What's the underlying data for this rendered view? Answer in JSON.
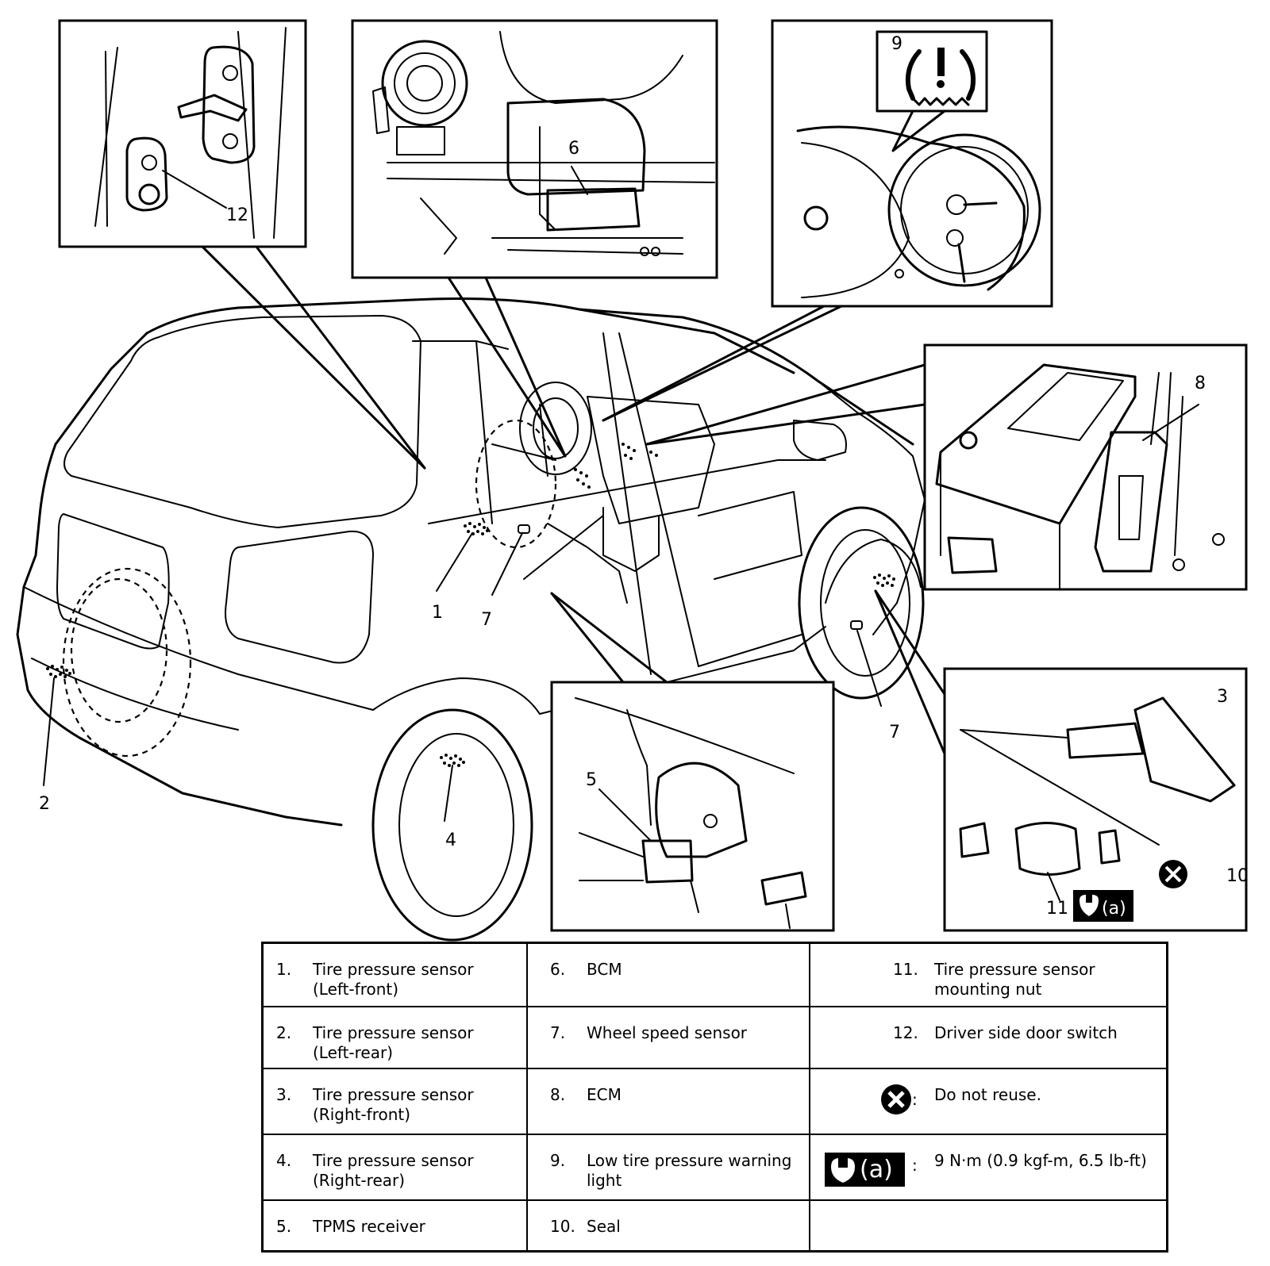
{
  "callouts": {
    "c1": "1",
    "c2": "2",
    "c3": "3",
    "c4": "4",
    "c5": "5",
    "c6": "6",
    "c7": "7",
    "c8": "8",
    "c9": "9",
    "c10": "10",
    "c11": "11",
    "c12": "12"
  },
  "icons": {
    "do_not_reuse": "x-circle-icon",
    "torque": "wrench-icon",
    "warning": "tire-pressure-warning-icon"
  },
  "legend": {
    "rows": [
      [
        {
          "num": "1.",
          "text": "Tire pressure sensor (Left-front)"
        },
        {
          "num": "6.",
          "text": "BCM"
        },
        {
          "num": "11.",
          "text": "Tire pressure sensor mounting nut"
        }
      ],
      [
        {
          "num": "2.",
          "text": "Tire pressure sensor (Left-rear)"
        },
        {
          "num": "7.",
          "text": "Wheel speed sensor"
        },
        {
          "num": "12.",
          "text": "Driver side door switch"
        }
      ],
      [
        {
          "num": "3.",
          "text": "Tire pressure sensor (Right-front)"
        },
        {
          "num": "8.",
          "text": "ECM"
        },
        {
          "symbol": "do-not-reuse",
          "text": "Do not reuse."
        }
      ],
      [
        {
          "num": "4.",
          "text": "Tire pressure sensor (Right-rear)"
        },
        {
          "num": "9.",
          "text": "Low tire pressure warning light"
        },
        {
          "symbol": "torque",
          "label": "(a)",
          "text": "9 N·m (0.9 kgf-m, 6.5 lb-ft)"
        }
      ],
      [
        {
          "num": "5.",
          "text": "TPMS receiver"
        },
        {
          "num": "10.",
          "text": "Seal"
        },
        {
          "text": ""
        }
      ]
    ],
    "colon": ":"
  }
}
